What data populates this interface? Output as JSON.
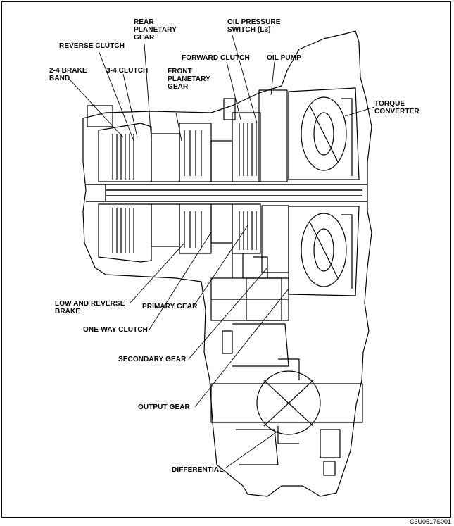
{
  "labels": {
    "reverse_clutch": "REVERSE CLUTCH",
    "brake_band_24": "2-4 BRAKE\nBAND",
    "clutch_34": "3-4 CLUTCH",
    "rear_planetary": "REAR\nPLANETARY\nGEAR",
    "front_planetary": "FRONT\nPLANETARY\nGEAR",
    "oil_pressure_switch": "OIL PRESSURE\nSWITCH (L3)",
    "forward_clutch": "FORWARD CLUTCH",
    "oil_pump": "OIL PUMP",
    "torque_converter": "TORQUE\nCONVERTER",
    "low_reverse_brake": "LOW AND REVERSE\nBRAKE",
    "primary_gear": "PRIMARY GEAR",
    "one_way_clutch": "ONE-WAY CLUTCH",
    "secondary_gear": "SECONDARY GEAR",
    "output_gear": "OUTPUT GEAR",
    "differential": "DIFFERENTIAL"
  },
  "figure_code": "C3U0517S001"
}
